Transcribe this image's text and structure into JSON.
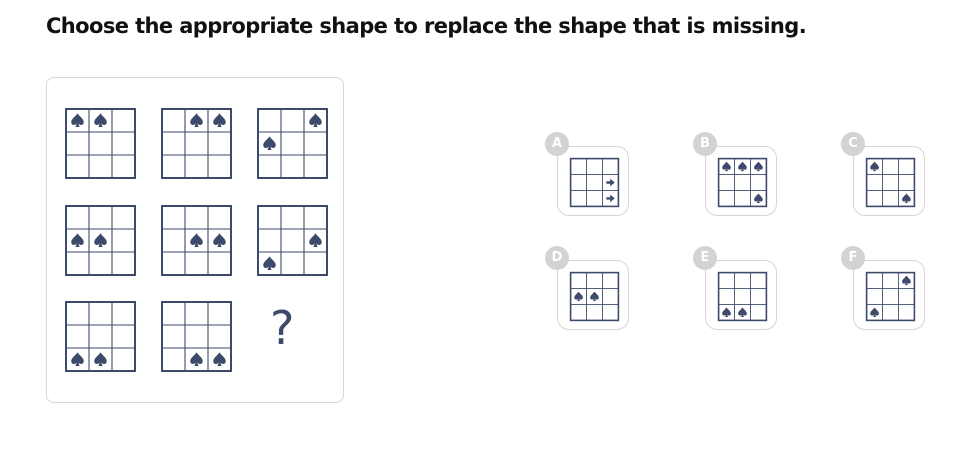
{
  "question": "Choose the appropriate shape to replace the shape that is missing.",
  "missing_symbol": "?",
  "colors": {
    "ink": "#3d4a6b",
    "badge": "#d3d3d3",
    "border": "#d6d6d6"
  },
  "grid_size": 3,
  "matrix": [
    [
      {
        "shapes": [
          {
            "r": 0,
            "c": 0,
            "s": "spade"
          },
          {
            "r": 0,
            "c": 1,
            "s": "spade"
          }
        ]
      },
      {
        "shapes": [
          {
            "r": 0,
            "c": 1,
            "s": "spade"
          },
          {
            "r": 0,
            "c": 2,
            "s": "spade"
          }
        ]
      },
      {
        "shapes": [
          {
            "r": 0,
            "c": 2,
            "s": "spade"
          },
          {
            "r": 1,
            "c": 0,
            "s": "spade"
          }
        ]
      }
    ],
    [
      {
        "shapes": [
          {
            "r": 1,
            "c": 0,
            "s": "spade"
          },
          {
            "r": 1,
            "c": 1,
            "s": "spade"
          }
        ]
      },
      {
        "shapes": [
          {
            "r": 1,
            "c": 1,
            "s": "spade"
          },
          {
            "r": 1,
            "c": 2,
            "s": "spade"
          }
        ]
      },
      {
        "shapes": [
          {
            "r": 1,
            "c": 2,
            "s": "spade"
          },
          {
            "r": 2,
            "c": 0,
            "s": "spade"
          }
        ]
      }
    ],
    [
      {
        "shapes": [
          {
            "r": 2,
            "c": 0,
            "s": "spade"
          },
          {
            "r": 2,
            "c": 1,
            "s": "spade"
          }
        ]
      },
      {
        "shapes": [
          {
            "r": 2,
            "c": 1,
            "s": "spade"
          },
          {
            "r": 2,
            "c": 2,
            "s": "spade"
          }
        ]
      },
      null
    ]
  ],
  "options": [
    {
      "label": "A",
      "shapes": [
        {
          "r": 1,
          "c": 2,
          "s": "arrow"
        },
        {
          "r": 2,
          "c": 2,
          "s": "arrow"
        }
      ]
    },
    {
      "label": "B",
      "shapes": [
        {
          "r": 0,
          "c": 0,
          "s": "spade"
        },
        {
          "r": 0,
          "c": 1,
          "s": "spade"
        },
        {
          "r": 0,
          "c": 2,
          "s": "spade"
        },
        {
          "r": 2,
          "c": 2,
          "s": "spade"
        }
      ]
    },
    {
      "label": "C",
      "shapes": [
        {
          "r": 0,
          "c": 0,
          "s": "spade"
        },
        {
          "r": 2,
          "c": 2,
          "s": "spade"
        }
      ]
    },
    {
      "label": "D",
      "shapes": [
        {
          "r": 1,
          "c": 0,
          "s": "spade"
        },
        {
          "r": 1,
          "c": 1,
          "s": "spade"
        }
      ]
    },
    {
      "label": "E",
      "shapes": [
        {
          "r": 2,
          "c": 0,
          "s": "spade"
        },
        {
          "r": 2,
          "c": 1,
          "s": "spade"
        }
      ]
    },
    {
      "label": "F",
      "shapes": [
        {
          "r": 0,
          "c": 2,
          "s": "spade"
        },
        {
          "r": 2,
          "c": 0,
          "s": "spade"
        }
      ]
    }
  ]
}
